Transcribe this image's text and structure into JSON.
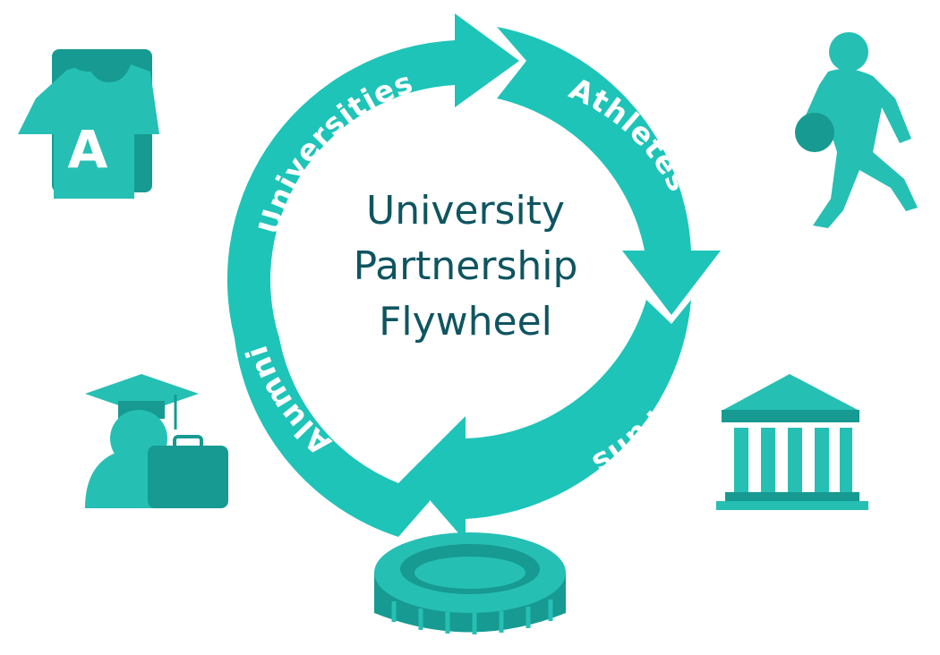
{
  "diagram": {
    "title_lines": [
      "University",
      "Partnership",
      "Flywheel"
    ],
    "segments": [
      {
        "key": "universities",
        "label": "Universities"
      },
      {
        "key": "athletes",
        "label": "Athletes"
      },
      {
        "key": "fans",
        "label": "Fans"
      },
      {
        "key": "alumni",
        "label": "Alumni"
      }
    ],
    "icons": [
      {
        "name": "jersey-icon",
        "letter": "A"
      },
      {
        "name": "basketball-player-icon"
      },
      {
        "name": "graduate-briefcase-icon"
      },
      {
        "name": "institution-building-icon"
      },
      {
        "name": "stadium-icon"
      }
    ]
  },
  "colors": {
    "ring": "#1ec4b8",
    "ring_shade": "#13a89e",
    "icon": "#26bfb4",
    "icon_dark": "#169a91",
    "segment_text": "#ffffff",
    "title_text": "#0e5560"
  }
}
